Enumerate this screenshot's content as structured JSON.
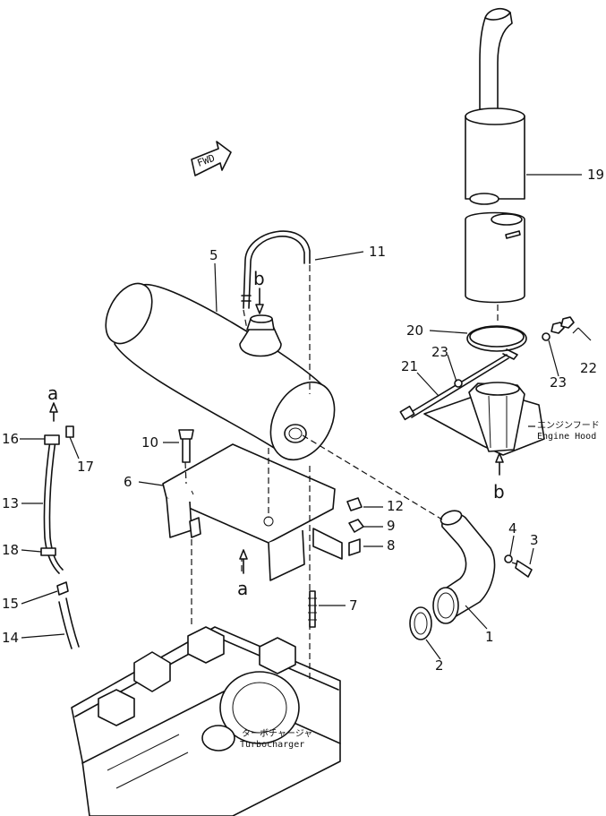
{
  "labels": {
    "fwd": "FWD",
    "ref_a_top": "a",
    "ref_a_bottom": "a",
    "ref_b_top": "b",
    "ref_b_bottom": "b",
    "engine_hood_jp": "エンジンフード",
    "engine_hood_en": "Engine Hood",
    "turbocharger_jp": "ターボチャージャ",
    "turbocharger_en": "Turbocharger"
  },
  "callouts": [
    "1",
    "2",
    "3",
    "4",
    "5",
    "6",
    "7",
    "8",
    "9",
    "10",
    "11",
    "12",
    "13",
    "14",
    "15",
    "16",
    "17",
    "18",
    "19",
    "20",
    "21",
    "22",
    "23",
    "23"
  ]
}
